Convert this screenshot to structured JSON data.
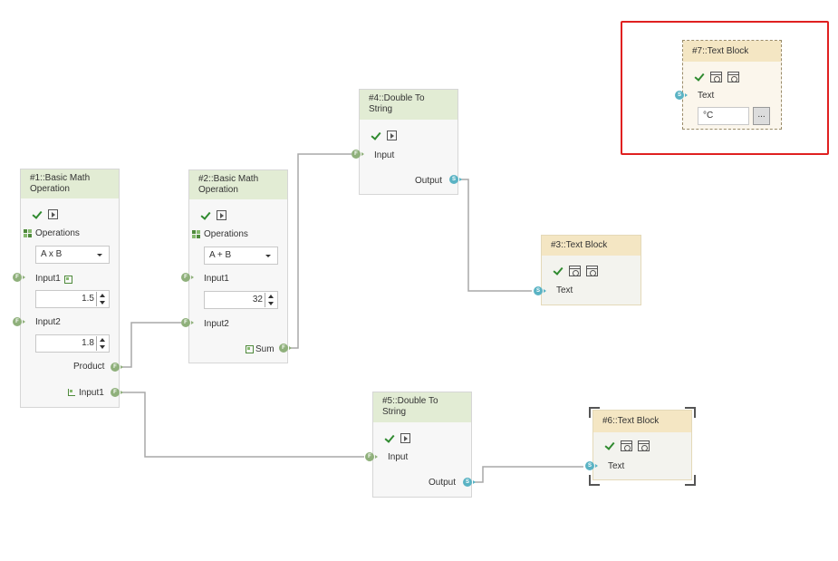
{
  "colors": {
    "wire": "#a9a9a9",
    "header_green": "#e2ecd4",
    "header_beige": "#f4e6c3",
    "port_green": "#8fb07b",
    "port_blue": "#5ab3c4",
    "highlight": "#e02020"
  },
  "port_glyphs": {
    "float": "F",
    "string": "S"
  },
  "nodes": {
    "n1": {
      "title": "#1::Basic Math Operation",
      "operations_label": "Operations",
      "operation_value": "A x B",
      "input1_label": "Input1",
      "input1_value": "1.5",
      "input2_label": "Input2",
      "input2_value": "1.8",
      "output_label": "Product",
      "extra_output_label": "Input1"
    },
    "n2": {
      "title": "#2::Basic Math Operation",
      "operations_label": "Operations",
      "operation_value": "A + B",
      "input1_label": "Input1",
      "input1_value": "32",
      "input2_label": "Input2",
      "output_label": "Sum"
    },
    "n3": {
      "title": "#3::Text Block",
      "input_label": "Text"
    },
    "n4": {
      "title": "#4::Double To String",
      "input_label": "Input",
      "output_label": "Output"
    },
    "n5": {
      "title": "#5::Double To String",
      "input_label": "Input",
      "output_label": "Output"
    },
    "n6": {
      "title": "#6::Text Block",
      "input_label": "Text"
    },
    "n7": {
      "title": "#7::Text Block",
      "input_label": "Text",
      "text_value": "°C",
      "browse_label": "..."
    }
  }
}
